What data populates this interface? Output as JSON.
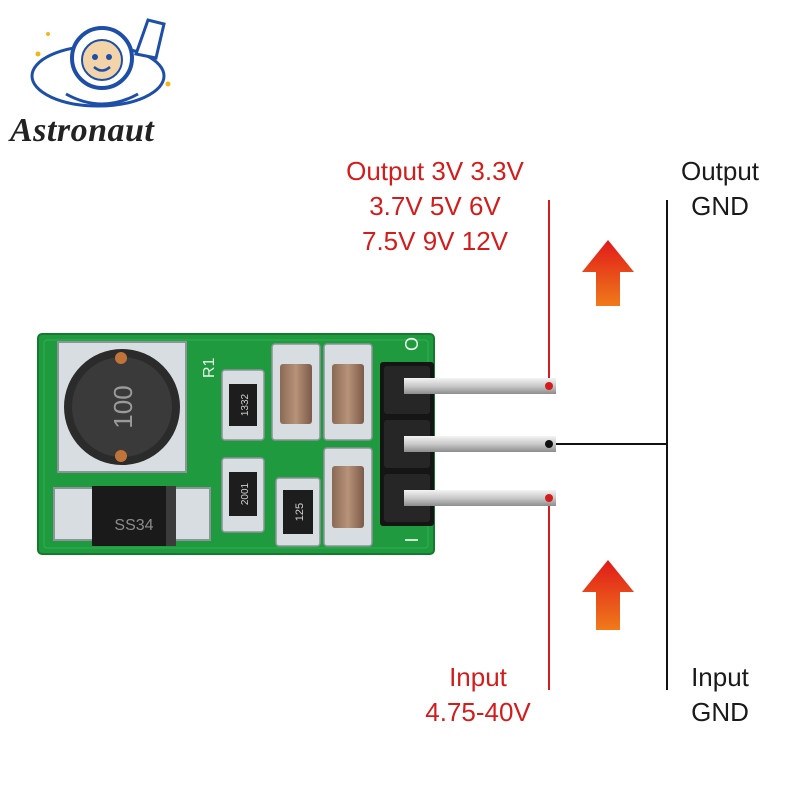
{
  "brand": {
    "name": "Astronaut"
  },
  "labels": {
    "output_voltage": [
      "Output 3V 3.3V",
      "3.7V 5V 6V",
      "7.5V 9V 12V"
    ],
    "input_voltage": [
      "Input",
      "4.75-40V"
    ],
    "output_gnd": [
      "Output",
      "GND"
    ],
    "input_gnd": [
      "Input",
      "GND"
    ]
  },
  "board": {
    "silkscreen_r1": "R1",
    "silkscreen_o": "O",
    "silkscreen_i": "I",
    "inductor_marking": "100",
    "diode_marking": "SS34",
    "resistor1_marking": "1332",
    "resistor2_marking": "2001",
    "resistor3_marking": "125"
  },
  "colors": {
    "pcb_green": "#1f9a3e",
    "arrow_red": "#e8341c",
    "wire_red": "#d31d1d",
    "label_red": "#d31d1d"
  }
}
